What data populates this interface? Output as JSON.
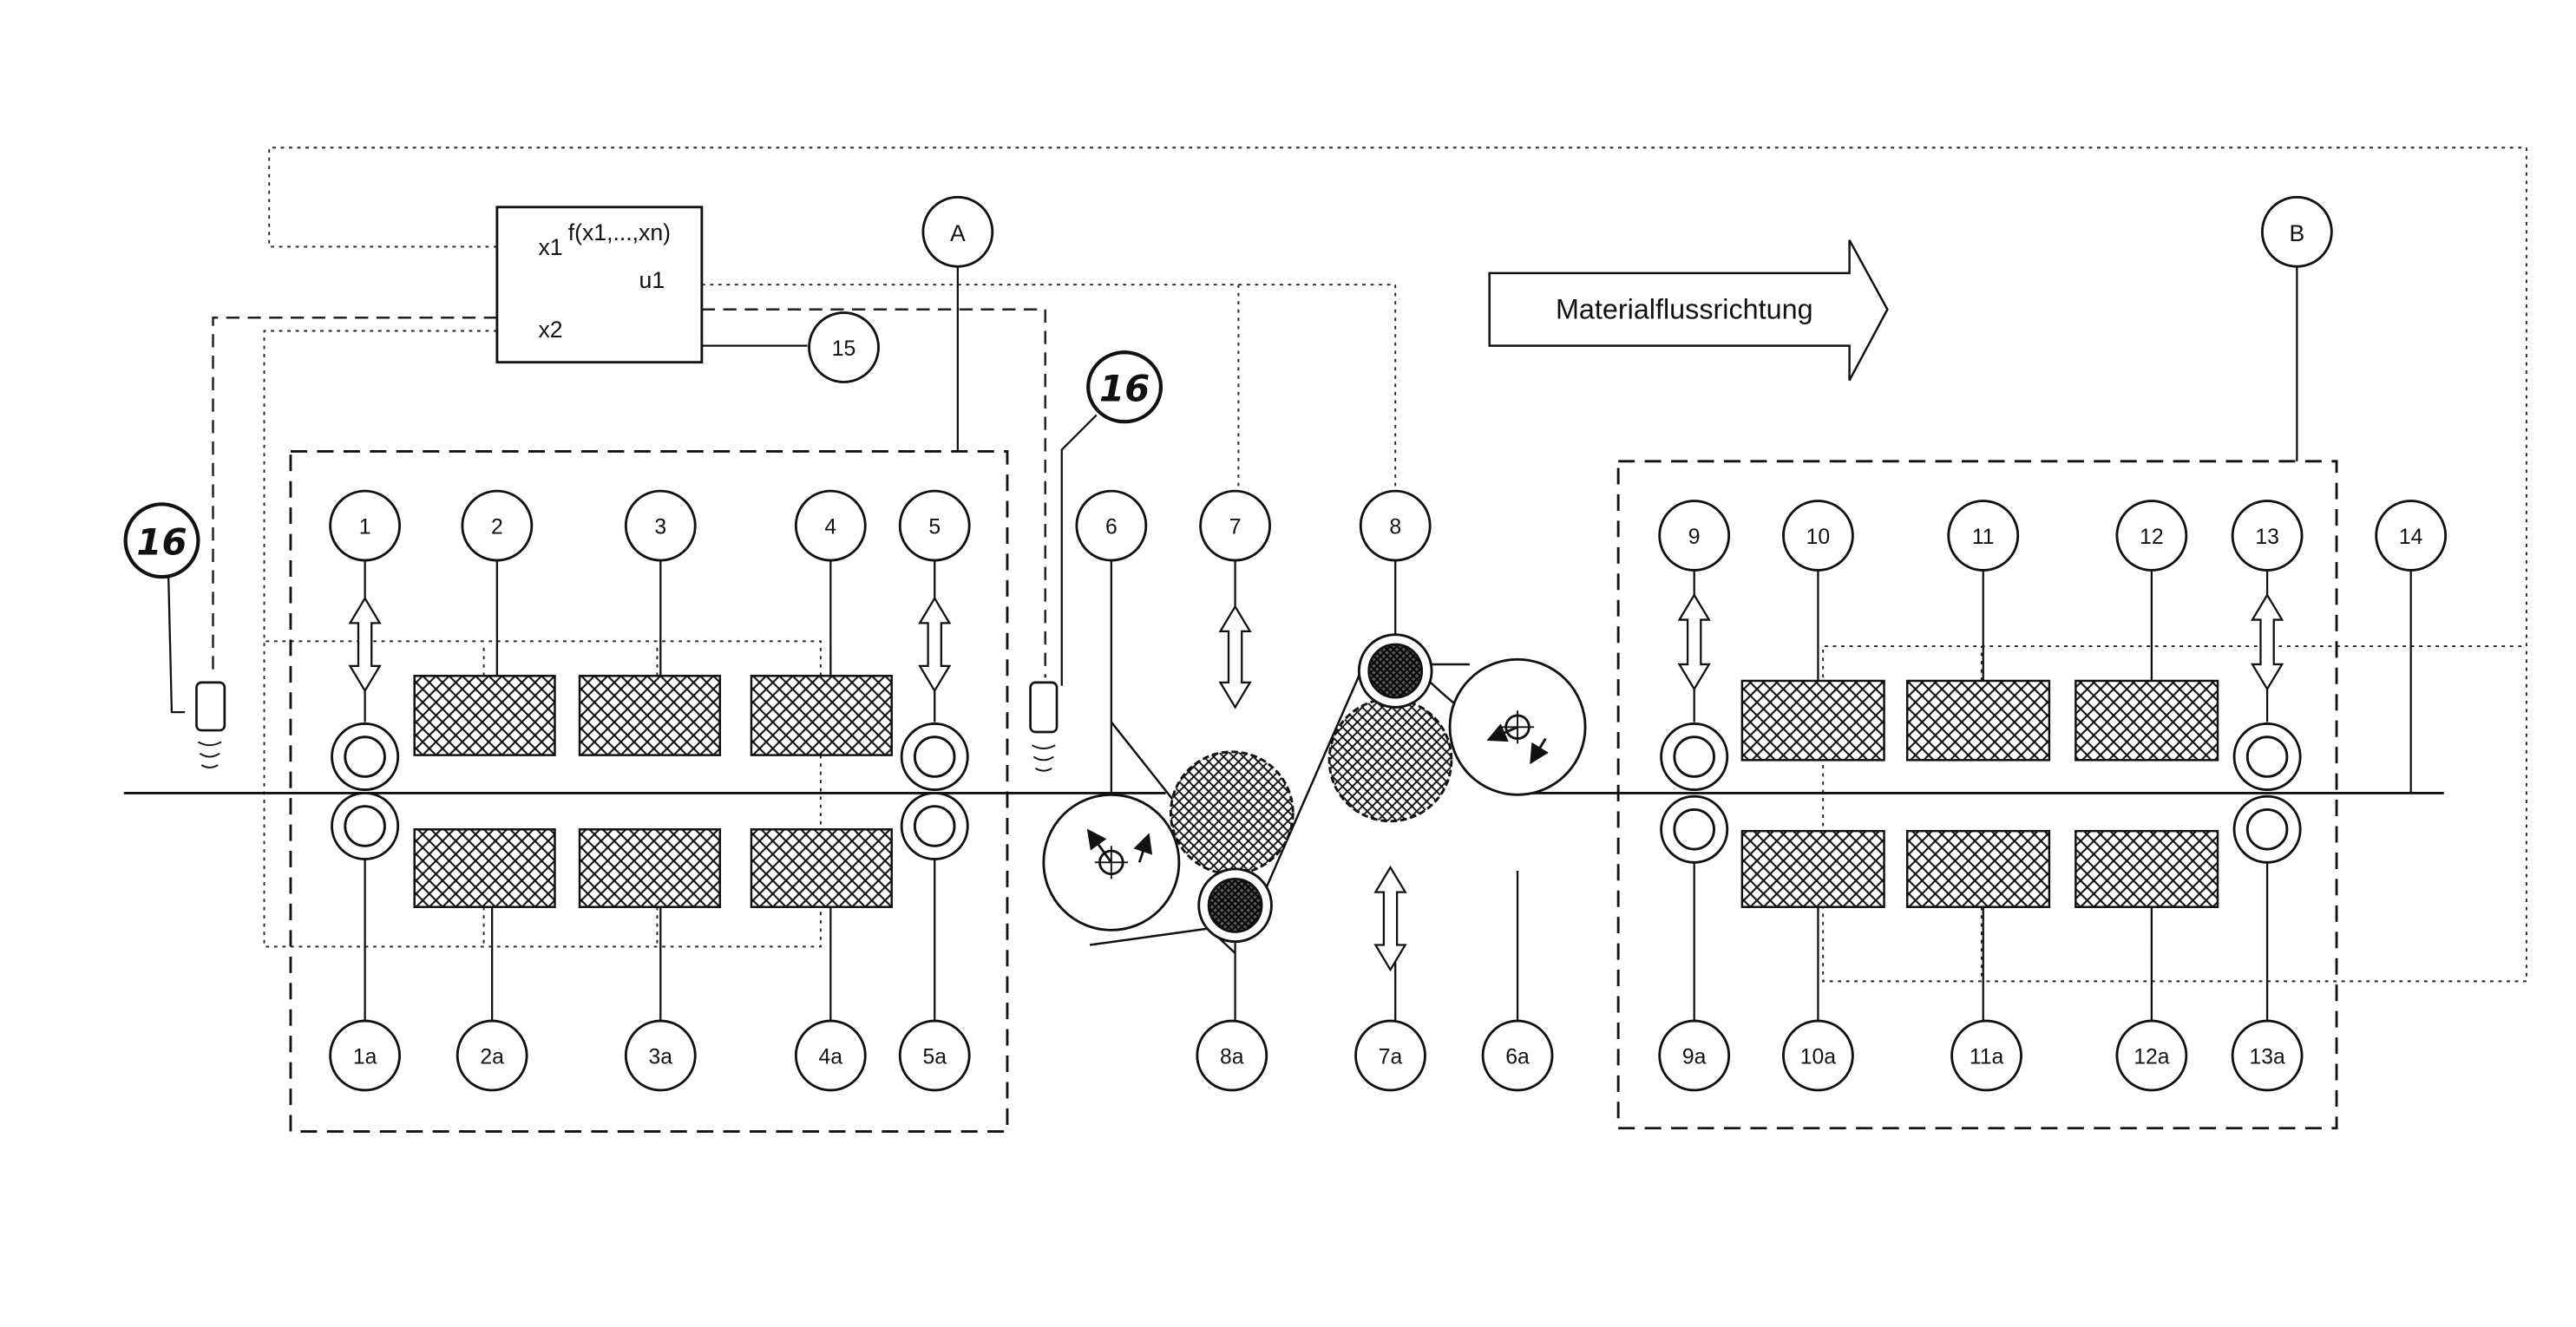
{
  "flow_arrow_label": "Materialflussrichtung",
  "controller": {
    "function_label": "f(x1,...,xn)",
    "input_x1": "x1",
    "input_x2": "x2",
    "output_u1": "u1"
  },
  "zones": {
    "A": "A",
    "B": "B"
  },
  "sensor_label": "16",
  "labels": {
    "n1": "1",
    "n2": "2",
    "n3": "3",
    "n4": "4",
    "n5": "5",
    "n6": "6",
    "n7": "7",
    "n8": "8",
    "n9": "9",
    "n10": "10",
    "n11": "11",
    "n12": "12",
    "n13": "13",
    "n14": "14",
    "n15": "15",
    "n1a": "1a",
    "n2a": "2a",
    "n3a": "3a",
    "n4a": "4a",
    "n5a": "5a",
    "n6a": "6a",
    "n7a": "7a",
    "n8a": "8a",
    "n9a": "9a",
    "n10a": "10a",
    "n11a": "11a",
    "n12a": "12a",
    "n13a": "13a"
  },
  "colors": {
    "line": "#111111",
    "background": "#ffffff"
  }
}
